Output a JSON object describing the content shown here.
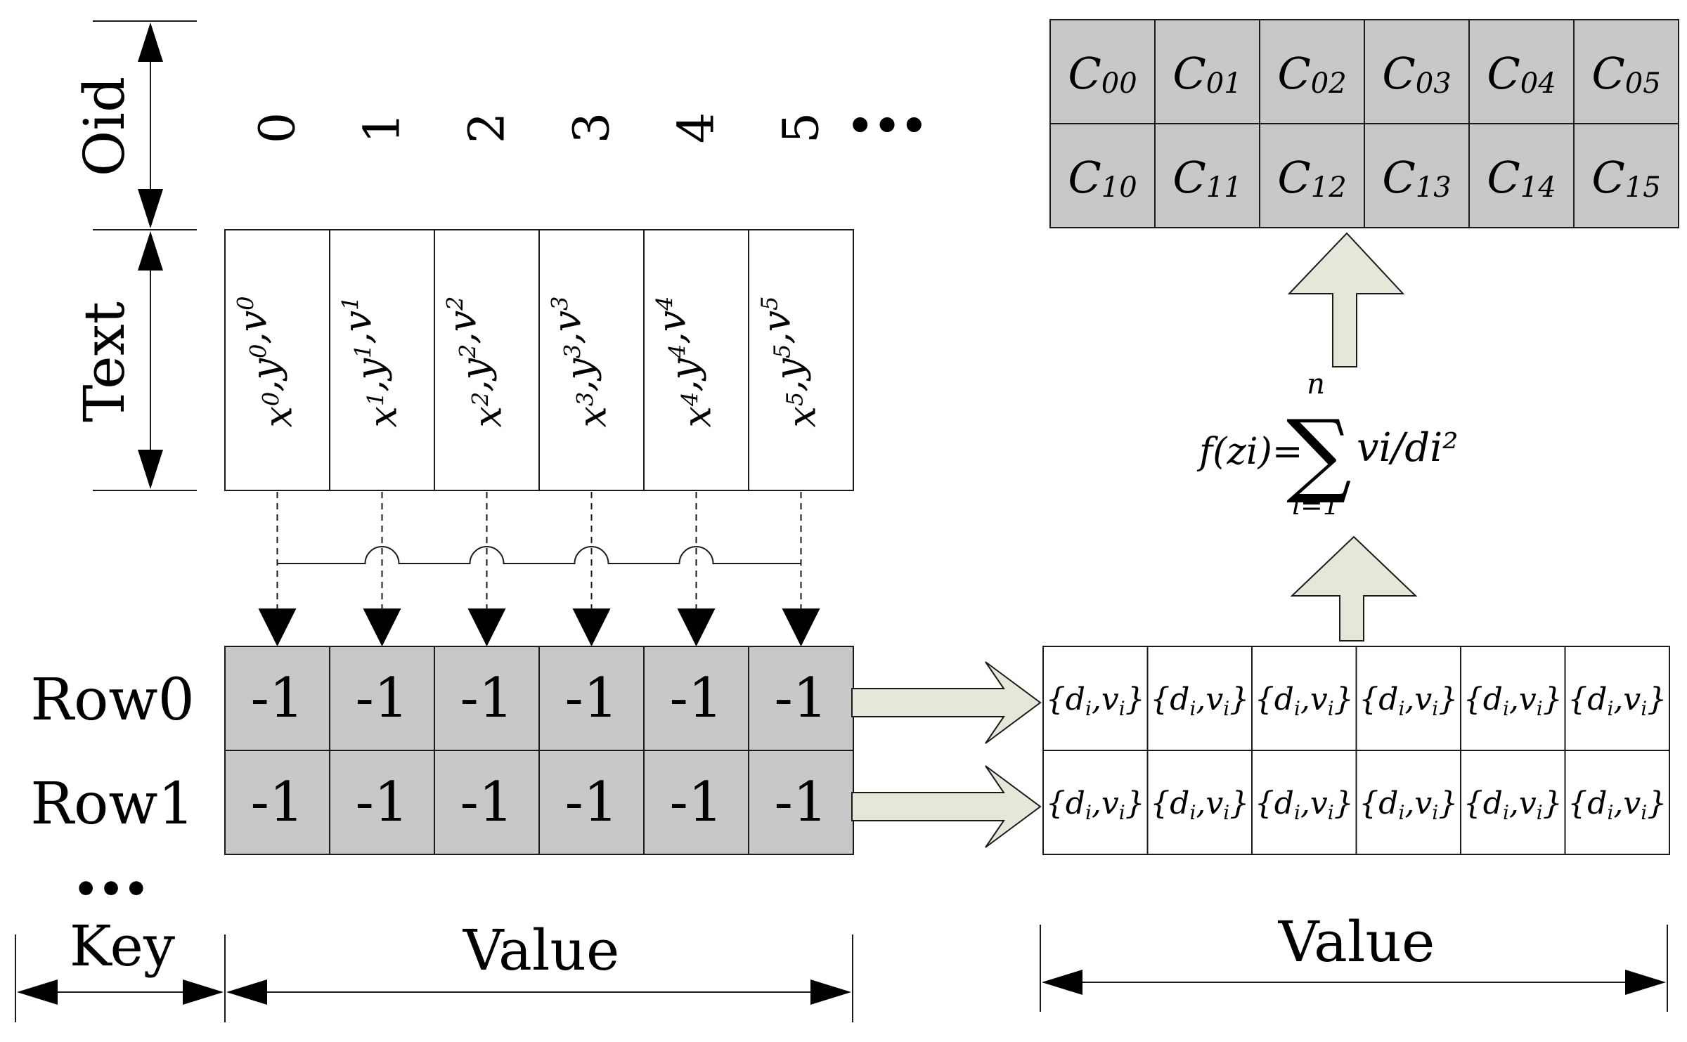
{
  "labels": {
    "oid": "Oid",
    "text": "Text",
    "key": "Key",
    "value_left": "Value",
    "value_right": "Value",
    "row0": "Row0",
    "row1": "Row1",
    "row_ellipsis": "•••",
    "oid_ellipsis": "•••"
  },
  "oid_values": [
    "0",
    "1",
    "2",
    "3",
    "4",
    "5"
  ],
  "text_cells": [
    {
      "x": "x",
      "y": "y",
      "v": "v",
      "i": "0"
    },
    {
      "x": "x",
      "y": "y",
      "v": "v",
      "i": "1"
    },
    {
      "x": "x",
      "y": "y",
      "v": "v",
      "i": "2"
    },
    {
      "x": "x",
      "y": "y",
      "v": "v",
      "i": "3"
    },
    {
      "x": "x",
      "y": "y",
      "v": "v",
      "i": "4"
    },
    {
      "x": "x",
      "y": "y",
      "v": "v",
      "i": "5"
    }
  ],
  "key_rows": [
    {
      "label": "Row0",
      "values": [
        "-1",
        "-1",
        "-1",
        "-1",
        "-1",
        "-1"
      ]
    },
    {
      "label": "Row1",
      "values": [
        "-1",
        "-1",
        "-1",
        "-1",
        "-1",
        "-1"
      ]
    }
  ],
  "pair_rows": [
    [
      "{di,vi}",
      "{di,vi}",
      "{di,vi}",
      "{di,vi}",
      "{di,vi}",
      "{di,vi}"
    ],
    [
      "{di,vi}",
      "{di,vi}",
      "{di,vi}",
      "{di,vi}",
      "{di,vi}",
      "{di,vi}"
    ]
  ],
  "c_grid": [
    [
      "C00",
      "C01",
      "C02",
      "C03",
      "C04",
      "C05"
    ],
    [
      "C10",
      "C11",
      "C12",
      "C13",
      "C14",
      "C15"
    ]
  ],
  "formula": {
    "lhs": "f(zi)=",
    "sum_top": "n",
    "sum_bottom": "i=1",
    "sigma": "∑",
    "term": "vi/di²"
  }
}
